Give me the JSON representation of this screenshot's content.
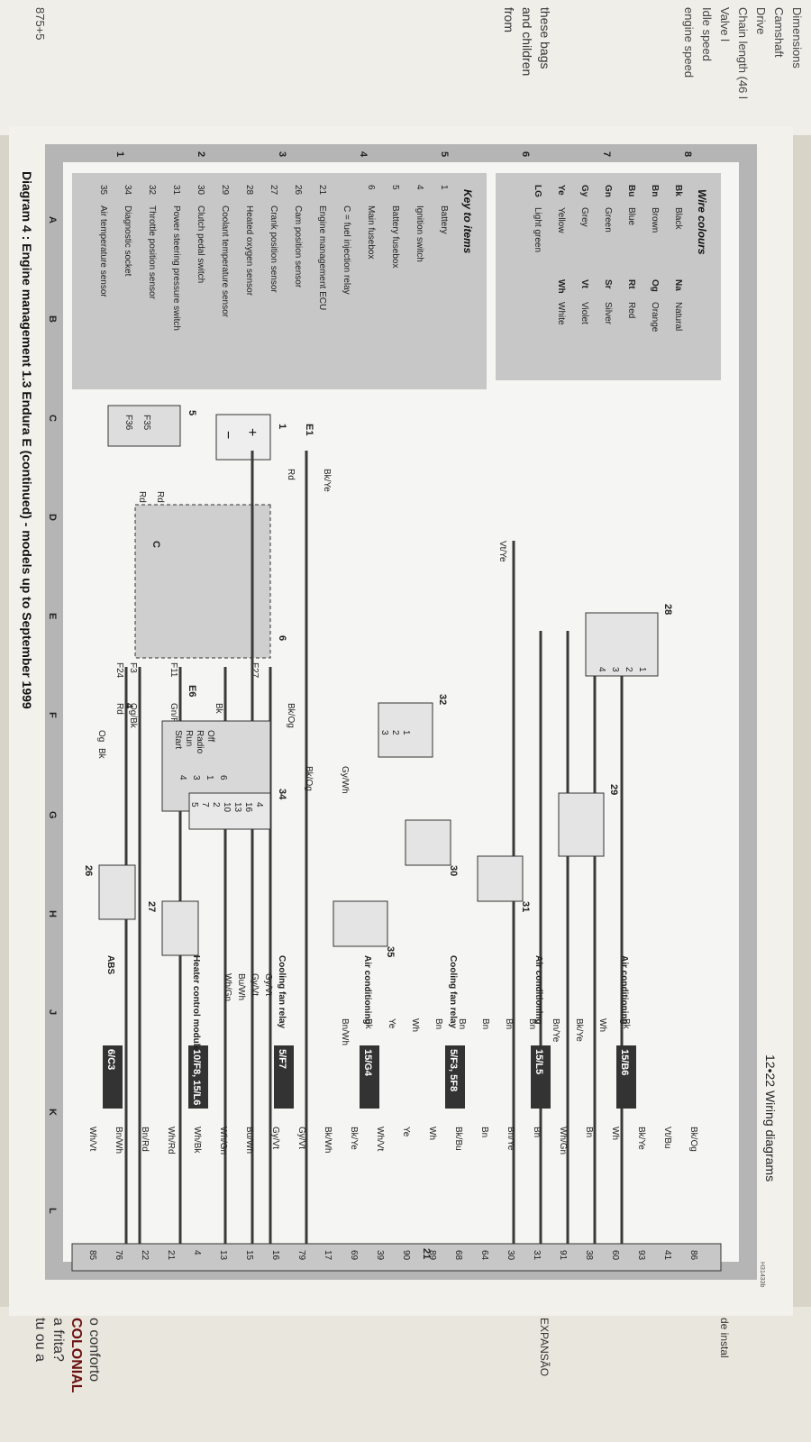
{
  "header": {
    "page_number": "12•22",
    "section": "Wiring diagrams",
    "code": "H31433b"
  },
  "caption": "Diagram 4 : Engine management 1.3 Endura E (continued) - models up to September 1999",
  "grid": {
    "columns": [
      "1",
      "2",
      "3",
      "4",
      "5",
      "6",
      "7",
      "8"
    ],
    "rows": [
      "A",
      "B",
      "C",
      "D",
      "E",
      "F",
      "G",
      "H",
      "J",
      "K",
      "L"
    ]
  },
  "wire_colours": {
    "title": "Wire colours",
    "rows": [
      {
        "code_a": "Bk",
        "name_a": "Black",
        "code_b": "Na",
        "name_b": "Natural"
      },
      {
        "code_a": "Bn",
        "name_a": "Brown",
        "code_b": "Og",
        "name_b": "Orange"
      },
      {
        "code_a": "Bu",
        "name_a": "Blue",
        "code_b": "Rt",
        "name_b": "Red"
      },
      {
        "code_a": "Gn",
        "name_a": "Green",
        "code_b": "Sr",
        "name_b": "Silver"
      },
      {
        "code_a": "Gy",
        "name_a": "Grey",
        "code_b": "Vt",
        "name_b": "Violet"
      },
      {
        "code_a": "Ye",
        "name_a": "Yellow",
        "code_b": "Wh",
        "name_b": "White"
      },
      {
        "code_a": "LG",
        "name_a": "Light green",
        "code_b": "",
        "name_b": ""
      }
    ]
  },
  "key": {
    "title": "Key to items",
    "items": [
      {
        "n": "1",
        "text": "Battery"
      },
      {
        "n": "4",
        "text": "Ignition switch"
      },
      {
        "n": "5",
        "text": "Battery fusebox"
      },
      {
        "n": "6",
        "text": "Main fusebox"
      },
      {
        "n": "",
        "text": "C = fuel injection relay"
      },
      {
        "n": "21",
        "text": "Engine management ECU"
      },
      {
        "n": "26",
        "text": "Cam position sensor"
      },
      {
        "n": "27",
        "text": "Crank position sensor"
      },
      {
        "n": "28",
        "text": "Heated oxygen sensor"
      },
      {
        "n": "29",
        "text": "Coolant temperature sensor"
      },
      {
        "n": "30",
        "text": "Clutch pedal switch"
      },
      {
        "n": "31",
        "text": "Power steering pressure switch"
      },
      {
        "n": "32",
        "text": "Throttle position sensor"
      },
      {
        "n": "34",
        "text": "Diagnostic socket"
      },
      {
        "n": "35",
        "text": "Air temperature sensor"
      }
    ]
  },
  "components": {
    "battery": "1",
    "ignition_switch": "4",
    "battery_fusebox": "5",
    "main_fusebox": "6",
    "ecu": "21",
    "cam_sensor": "26",
    "crank_sensor": "27",
    "o2_sensor": "28",
    "coolant_sensor": "29",
    "clutch_switch": "30",
    "ps_switch": "31",
    "tps": "32",
    "diag_socket": "34",
    "air_temp": "35",
    "fuses": [
      "F35",
      "F36",
      "F24",
      "F3",
      "F11",
      "F27"
    ],
    "relay_c": "C",
    "earths": [
      "E1",
      "E6"
    ],
    "ign_positions": [
      "Start",
      "Run",
      "Radio",
      "Off"
    ]
  },
  "wires": {
    "battery_rd": "Rd",
    "fusebox_out": [
      "Rd",
      "Rd"
    ],
    "e1": "Bk/Ye",
    "main_out": [
      "Rd",
      "Og/Bk",
      "Gn/Rd",
      "Bk",
      "Bk/Og",
      "Vt/Ye"
    ],
    "ign": [
      "Og",
      "Bk"
    ],
    "diag": [
      "Bk/Og",
      "Gy/Wh",
      "Wh/Gn",
      "Bu/Wh",
      "Gy/Vt",
      "Gy/Vt"
    ],
    "sensor": [
      "Bn/Wh",
      "Bk",
      "Ye",
      "Wh",
      "Bn",
      "Bn",
      "Bn",
      "Bn",
      "Bn",
      "Bn/Ye",
      "Bk/Ye",
      "Wh",
      "Bk"
    ],
    "right": [
      "Wh/Vt",
      "Bn/Wh",
      "Bn/Rd",
      "Wh/Rd",
      "Wh/Bk",
      "Wh/Gn",
      "Bu/Wh",
      "Gy/Vt",
      "Gy/Vt",
      "Bk/Wh",
      "Bk/Ye",
      "Wh/Vt",
      "Ye",
      "Wh",
      "Bk/Bu",
      "Bn",
      "Bn/Ye",
      "Bn",
      "Wh/Gn",
      "Bn",
      "Wh",
      "Bk/Ye",
      "Vt/Bu",
      "Bk/Og"
    ]
  },
  "pins": {
    "ecu": [
      "85",
      "76",
      "22",
      "21",
      "4",
      "13",
      "15",
      "16",
      "79",
      "17",
      "69",
      "39",
      "90",
      "89",
      "68",
      "64",
      "30",
      "31",
      "91",
      "38",
      "60",
      "93",
      "41",
      "86"
    ],
    "diag": [
      "4",
      "16",
      "13",
      "10",
      "2",
      "7",
      "5"
    ],
    "ign": [
      "4",
      "3",
      "1",
      "6"
    ],
    "tps": [
      "1",
      "2",
      "3"
    ],
    "o2": [
      "1",
      "2",
      "3",
      "4"
    ]
  },
  "references": [
    {
      "label": "ABS",
      "ref": "6/C3"
    },
    {
      "label": "Heater control module",
      "ref": "10/F8, 15/L6"
    },
    {
      "label": "Cooling fan relay",
      "ref": "5/F7"
    },
    {
      "label": "Air conditioning",
      "ref": "15/G4"
    },
    {
      "label": "Cooling fan relay",
      "ref": "5/F3, 5F8"
    },
    {
      "label": "Air conditioning",
      "ref": "15/L5"
    },
    {
      "label": "Air conditioning",
      "ref": "15/B6"
    }
  ],
  "background_text": {
    "manual": [
      "Dimensions",
      "Camshaft",
      "Drive",
      "Chain length (46 l",
      "Valve l",
      "Idle speed",
      "engine speed",
      "875+5"
    ],
    "bag": [
      "these bags",
      "and children",
      "from"
    ],
    "leaflet": [
      "tu ou a",
      "a frita?",
      "COLONIAL",
      "o conforto",
      "de instal",
      "EXPANSÃO"
    ]
  },
  "colors": {
    "paper": "#f2f1ec",
    "frame": "#a9a9a9",
    "panel": "#c7c7c7",
    "wire": "#3a3a3a",
    "ink": "#222222"
  }
}
